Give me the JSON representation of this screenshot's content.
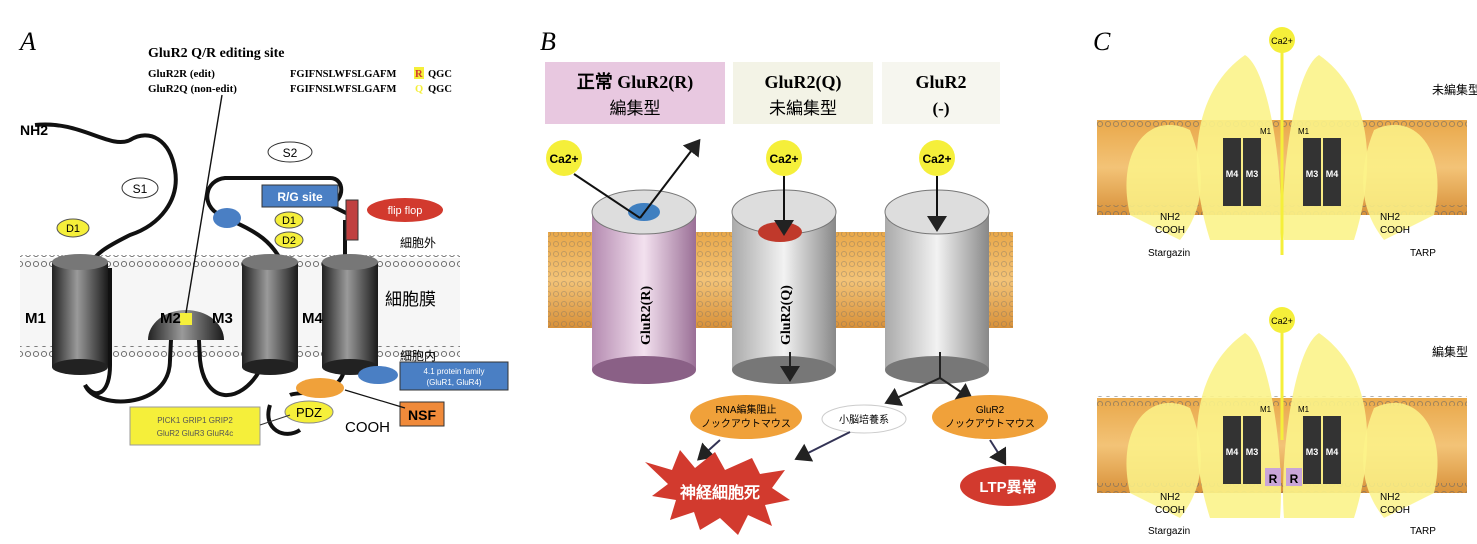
{
  "colors": {
    "membrane": "#e6a64a",
    "membrane_dark": "#c98a2e",
    "helix_dark": "#333333",
    "yellow_tag": "#f5ef3a",
    "blue_tag": "#4a7fc4",
    "red_tag": "#d23a2e",
    "orange_tag": "#f0a13a",
    "pink_box": "#e8c8e0",
    "tarp_yellow": "#fbf38a"
  },
  "panel_a": {
    "letter": "A",
    "editing_site_title": "GluR2 Q/R editing site",
    "row1_name": "GluR2R  (edit)",
    "row1_seq": "FGIFNSLWFSLGAFM",
    "row1_res": "R",
    "row1_tail": "QGC",
    "row2_name": "GluR2Q  (non-edit)",
    "row2_seq": "FGIFNSLWFSLGAFM",
    "row2_res": "Q",
    "row2_tail": "QGC",
    "nh2": "NH2",
    "s1": "S1",
    "s2": "S2",
    "d1": "D1",
    "d1b": "D1",
    "d2": "D2",
    "rg_site": "R/G site",
    "flip_flop": "flip flop",
    "extracellular": "細胞外",
    "membrane_label": "細胞膜",
    "intracellular": "細胞内",
    "m1": "M1",
    "m2": "M2",
    "m3": "M3",
    "m4": "M4",
    "protein_family_1": "4.1 protein family",
    "protein_family_2": "(GluR1, GluR4)",
    "pdz": "PDZ",
    "cooh": "COOH",
    "nsf": "NSF",
    "pdz_partners_1": "PICK1 GRIP1 GRIP2",
    "pdz_partners_2": "GluR2 GluR3 GluR4c"
  },
  "panel_b": {
    "letter": "B",
    "col1_l1": "正常  GluR2(R)",
    "col1_l2": "編集型",
    "col2_l1": "GluR2(Q)",
    "col2_l2": "未編集型",
    "col3_l1": "GluR2",
    "col3_l2": "(-)",
    "ca": "Ca2+",
    "ch1": "GluR2(R)",
    "ch2": "GluR2(Q)",
    "out1_l1": "RNA編集阻止",
    "out1_l2": "ノックアウトマウス",
    "out2": "小脳培養系",
    "out3_l1": "GluR2",
    "out3_l2": "ノックアウトマウス",
    "death": "神経細胞死",
    "ltp": "LTP異常"
  },
  "panel_c": {
    "letter": "C",
    "ca": "Ca2+",
    "top_label": "未編集型",
    "bottom_label": "編集型",
    "stargazin": "Stargazin",
    "tarp": "TARP",
    "nh2": "NH2",
    "cooh": "COOH",
    "m1": "M1",
    "m3": "M3",
    "m4": "M4",
    "r": "R"
  }
}
